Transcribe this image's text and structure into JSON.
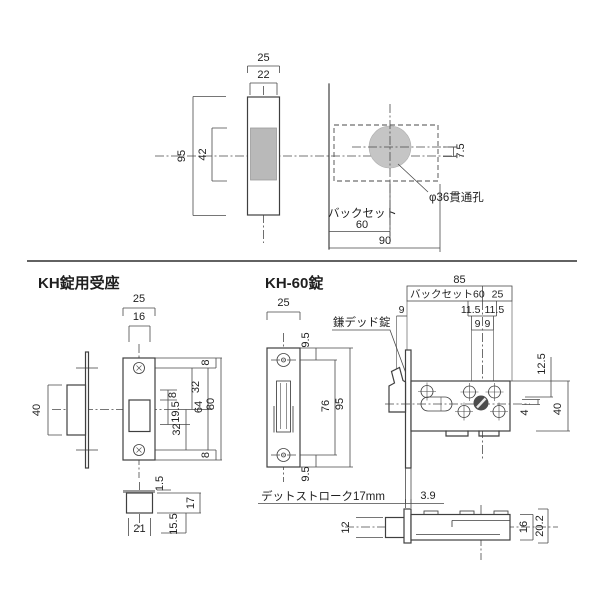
{
  "colors": {
    "background": "#ffffff",
    "line": "#3f3f3f",
    "dim": "#4a4a4a",
    "text": "#1f1f1f",
    "gray_fill": "#b9b9b9",
    "circle_fill": "#c5c5c5",
    "cam_fill": "#4c4c4c"
  },
  "top": {
    "d25": "25",
    "d22": "22",
    "d95": "95",
    "d42": "42",
    "d75": "7.5",
    "backset_label": "バックセット",
    "d60": "60",
    "d90": "90",
    "hole_label": "φ36貫通孔"
  },
  "strike": {
    "title": "KH錠用受座",
    "d25": "25",
    "d16": "16",
    "d40": "40",
    "d8_top": "8",
    "d32_top": "32",
    "d64": "64",
    "d80": "80",
    "d8_inner": "8",
    "d19_5": "19.5",
    "d32_bottom": "32",
    "d8_bottom": "8",
    "d21": "21",
    "d1_5": "1.5",
    "d17": "17",
    "d15_5": "15.5"
  },
  "lock": {
    "title": "KH-60錠",
    "label_kama": "鎌デッド錠",
    "d25_front": "25",
    "d9_5_top": "9.5",
    "d76": "76",
    "d95": "95",
    "d9_5_bottom": "9.5",
    "d85": "85",
    "backset_label": "バックセット60",
    "d25_right": "25",
    "d11_5_left": "11.5",
    "d11_5_right": "11.5",
    "d9_pair_left": "9",
    "d9_pair_right": "9",
    "d9_side": "9",
    "d12_5": "12.5",
    "d4": "4",
    "d40": "40",
    "label_stroke": "デットストローク17mm",
    "d3_9": "3.9",
    "d12": "12",
    "d16": "16",
    "d20_2": "20.2"
  }
}
